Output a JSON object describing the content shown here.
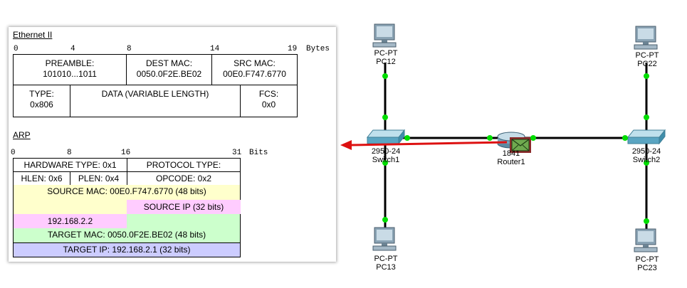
{
  "ethernet": {
    "title": "Ethernet II",
    "ticks": [
      "0",
      "4",
      "8",
      "14",
      "19"
    ],
    "unit": "Bytes",
    "preamble": {
      "label": "PREAMBLE:",
      "value": "101010...1011"
    },
    "dest_mac": {
      "label": "DEST MAC:",
      "value": "0050.0F2E.BE02"
    },
    "src_mac": {
      "label": "SRC MAC:",
      "value": "00E0.F747.6770"
    },
    "type": {
      "label": "TYPE:",
      "value": "0x806"
    },
    "data": {
      "label": "DATA (VARIABLE LENGTH)"
    },
    "fcs": {
      "label": "FCS:",
      "value": "0x0"
    }
  },
  "arp": {
    "title": "ARP",
    "ticks": [
      "0",
      "8",
      "16",
      "31"
    ],
    "unit": "Bits",
    "hardware_type": "HARDWARE TYPE: 0x1",
    "protocol_type": "PROTOCOL TYPE:",
    "hlen": "HLEN: 0x6",
    "plen": "PLEN: 0x4",
    "opcode": "OPCODE: 0x2",
    "source_mac": "SOURCE MAC: 00E0.F747.6770 (48 bits)",
    "source_ip_label": "SOURCE IP (32 bits)",
    "source_ip_value": "192.168.2.2",
    "target_mac": "TARGET MAC: 0050.0F2E.BE02 (48 bits)",
    "target_ip": "TARGET IP: 192.168.2.1 (32 bits)"
  },
  "colors": {
    "source_mac_fill": "#ffffcc",
    "source_ip_fill": "#ffccff",
    "target_mac_fill": "#ccffcc",
    "target_ip_fill": "#ccccff",
    "link_up": "#00dd00",
    "arrow": "#dd1111"
  },
  "devices": {
    "pc12": {
      "type": "PC-PT",
      "name": "PC12"
    },
    "pc22": {
      "type": "PC-PT",
      "name": "PC22"
    },
    "pc13": {
      "type": "PC-PT",
      "name": "PC13"
    },
    "pc23": {
      "type": "PC-PT",
      "name": "PC23"
    },
    "switch1": {
      "type": "2950-24",
      "name": "Switch1"
    },
    "switch2": {
      "type": "2950-24",
      "name": "Switch2"
    },
    "router1": {
      "type": "1841",
      "name": "Router1"
    }
  }
}
